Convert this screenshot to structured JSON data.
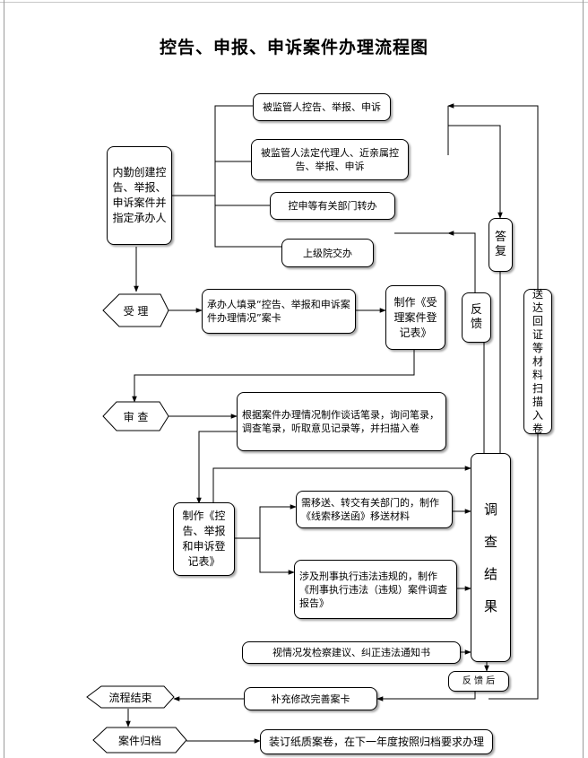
{
  "title": "控告、申报、申诉案件办理流程图",
  "sources": {
    "s1": "被监管人控告、举报、申诉",
    "s2": "被监管人法定代理人、近亲属控告、举报、申诉",
    "s3": "控申等有关部门转办",
    "s4": "上级院交办"
  },
  "internal_create": "内勤创建控告、举报、申诉案件并指定承办人",
  "accept": "受 理",
  "fill_card": "承办人填录“控告、举报和申诉案件办理情况”案卡",
  "make_register": "制作《受理案件登记表》",
  "review": "审 查",
  "make_records": "根据案件办理情况制作谈话笔录，询问笔录，调查笔录，听取意见记录等，并扫描入卷",
  "make_form": "制作《控告、举报和申诉登记表》",
  "transfer": "需移送、转交有关部门的，制作《线索移送函》移送材料",
  "criminal": "涉及刑事执行违法违规的，制作《刑事执行违法（违规）案件调查报告》",
  "suggest": "视情况发检察建议、纠正违法通知书",
  "result": "调查结果",
  "reply": "答复",
  "feedback": "反馈",
  "send_back": "送达回证等材料扫描入卷",
  "after_feedback": "反 馈 后",
  "supplement": "补充修改完善案卡",
  "flow_end": "流程结束",
  "archive": "案件归档",
  "bind_volume": "装订纸质案卷，在下一年度按照归档要求办理"
}
